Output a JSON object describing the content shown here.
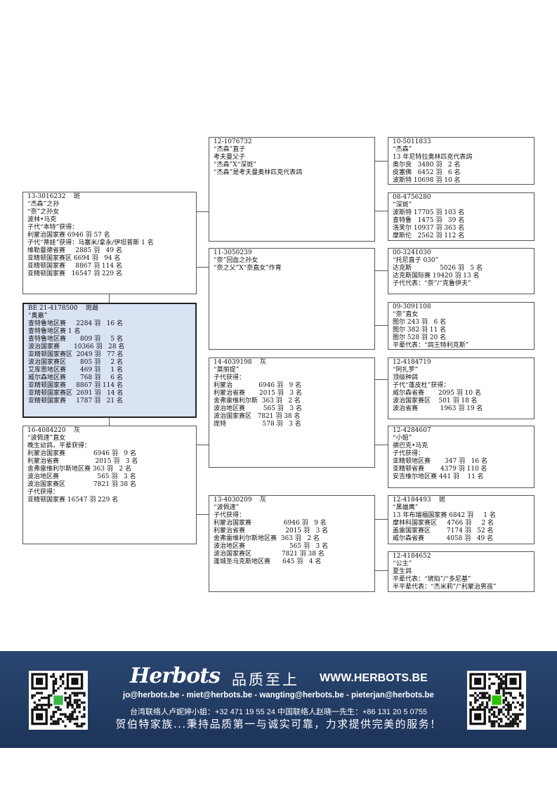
{
  "pedigree": {
    "sire": {
      "lines": [
        "13-3016232    斑",
        "“杰森”之孙",
        "“奈”之孙女",
        "波林•马克",
        "子代“本特”获得：",
        "利蒙治国家赛 6946 羽 57 名",
        "子代“蒂娃”获得：马塞米/拿永/伊坦普斯 1 名",
        "维勒曼德省赛     2885 羽   49 名",
        "亚精顿国家赛区 6694 羽   94 名",
        "亚精顿国家赛     8867 羽 114 名",
        "亚精顿国家赛   16547 羽 229 名"
      ]
    },
    "subject": {
      "lines": [
        "BE 21-4178500    斑雌",
        "“奥嘉”",
        "查特鲁地区赛     2284 羽   16 名",
        "查特鲁地区赛 1 名",
        "查特鲁地区赛       809 羽     5 名",
        "波治国家赛       10366 羽   28 名",
        "亚精顿国家赛区  2049 羽   77 名",
        "波治国家赛区       805 羽     2 名",
        "艾库恩地区赛       469 羽     1 名",
        "威尔森地区赛       768 羽     6 名",
        "亚精顿国家赛     8867 羽 114 名",
        "亚精顿国家赛区  2691 羽   14 名",
        "亚精顿国家赛     1787 羽   21 名"
      ]
    },
    "dam": {
      "lines": [
        "16-4084220    灰",
        "“波佩速”直女",
        "晚生幼鸽，平辈获得：",
        "利蒙治国家赛              6946 羽   9 名",
        "利蒙治省赛                  2015 羽   3 名",
        "舍弗雷维利尔斯地区赛 363 羽   2 名",
        "波治地区赛                   565 羽   3 名",
        "波治国家赛区              7821 羽 38 名",
        "子代获得：",
        "亚精顿国家赛 16547 羽 229 名"
      ]
    },
    "ss": {
      "lines": [
        "12-1076732",
        "“杰森”直子",
        "考夫曼父子",
        "“杰森”X“深斑”",
        "“杰森”是考夫曼奥林匹克代表鸽"
      ]
    },
    "sd": {
      "lines": [
        "11-3050239",
        "“奈”回血之孙女",
        "“奈之父”X“奈直女”作育"
      ]
    },
    "ds": {
      "lines": [
        "14-4039198    灰",
        "“莫丽提”",
        "子代获得：",
        "利蒙治             6946 羽   9 名",
        "利蒙治省赛       2015 羽   3 名",
        "舍弗雷维利尔斯  363 羽   2 名",
        "波治地区赛         565 羽   3 名",
        "波治国家赛区   7821 羽 38 名",
        "庞特                  578 羽   3 名"
      ]
    },
    "dd": {
      "lines": [
        "13-4030209    灰",
        "“波佩速”",
        "子代获得：",
        "利蒙治国家赛                6946 羽   9 名",
        "利蒙治省赛                    2015 羽   3 名",
        "舍弗雷维利尔斯地区赛  363 羽   2 名",
        "波治地区赛                      565 羽   3 名",
        "波治国家赛区               7821 羽 38 名",
        "蓬城圣马克斯地区赛      645 羽   4 名"
      ]
    },
    "sss": {
      "lines": [
        "10-5011833",
        "“杰森”",
        "13 年尼特拉奥林匹克代表鸽",
        "奥尔良   3480 羽   2 名",
        "皮塞佛   6452 羽   6 名",
        "波斯特 10698 羽 10 名"
      ]
    },
    "ssd": {
      "lines": [
        "08-4756280",
        "“深斑”",
        "波斯特 17705 羽 103 名",
        "查特鲁   1475 羽   39 名",
        "洛芙尔 10937 羽 363 名",
        "摩斯伦   2562 羽 112 名"
      ]
    },
    "sds": {
      "lines": [
        "00-3241030",
        "“托尼直子 030”",
        "达克斯              5026 羽   5 名",
        "达克斯国际赛 19420 羽 13 名",
        "子代代表：“奈”/“克鲁伊夫”"
      ]
    },
    "sdd": {
      "lines": [
        "09-3091108",
        "“奈”直女",
        "图尔 243 羽   6 名",
        "图尔 382 羽 11 名",
        "图尔 528 羽 20 名",
        "平辈代表：“鸽王特利克斯”"
      ]
    },
    "dss": {
      "lines": [
        "12-4184719",
        "“阿扎罗”",
        "顶级种鸽",
        "子代“蓬皮杜”获得：",
        "威尔森省赛       2095 羽 10 名",
        "波治国家赛区    501 羽 18 名",
        "波治省赛           1963 羽 19 名"
      ]
    },
    "dsd": {
      "lines": [
        "12-4284607",
        "“小姐”",
        "德巴克•马克",
        "子代获得：",
        "亚精顿地区赛       347 羽   16 名",
        "亚精顿省赛        4379 羽 110 名",
        "安吉维尔地区赛 441 羽    11 名"
      ]
    },
    "dds": {
      "lines": [
        "12-4184493    斑",
        "“黑雄鹰”",
        "13 年布瑞福国家赛 6842 羽     1 名",
        "摩林科国家赛区     4766 羽     2 名",
        "盖雷国家赛区        7174 羽   52 名",
        "威尔森省赛           4058 羽   49 名"
      ]
    },
    "ddd": {
      "lines": [
        "12-4184652",
        "“公主”",
        "夏生鸽",
        "平辈代表：“琥珀”/“多尼基”",
        "半平辈代表：“杰米莉”/“利蒙治男孩”"
      ]
    }
  },
  "footer": {
    "logo_text": "Herbots",
    "tagline": "品质至上",
    "website": "WWW.HERBOTS.BE",
    "emails": "jo@herbots.be - miet@herbots.be - wangting@herbots.be - pieterjan@herbots.be",
    "phones": "台湾联络人卢妮婷小姐：+32 471 19 55 24      中国联络人赵晓一先生：+86 131 20 5 0755",
    "motto": "贺伯特家族...秉持品质第一与诚实可靠，力求提供完美的服务！",
    "background_color": "#24406a"
  }
}
